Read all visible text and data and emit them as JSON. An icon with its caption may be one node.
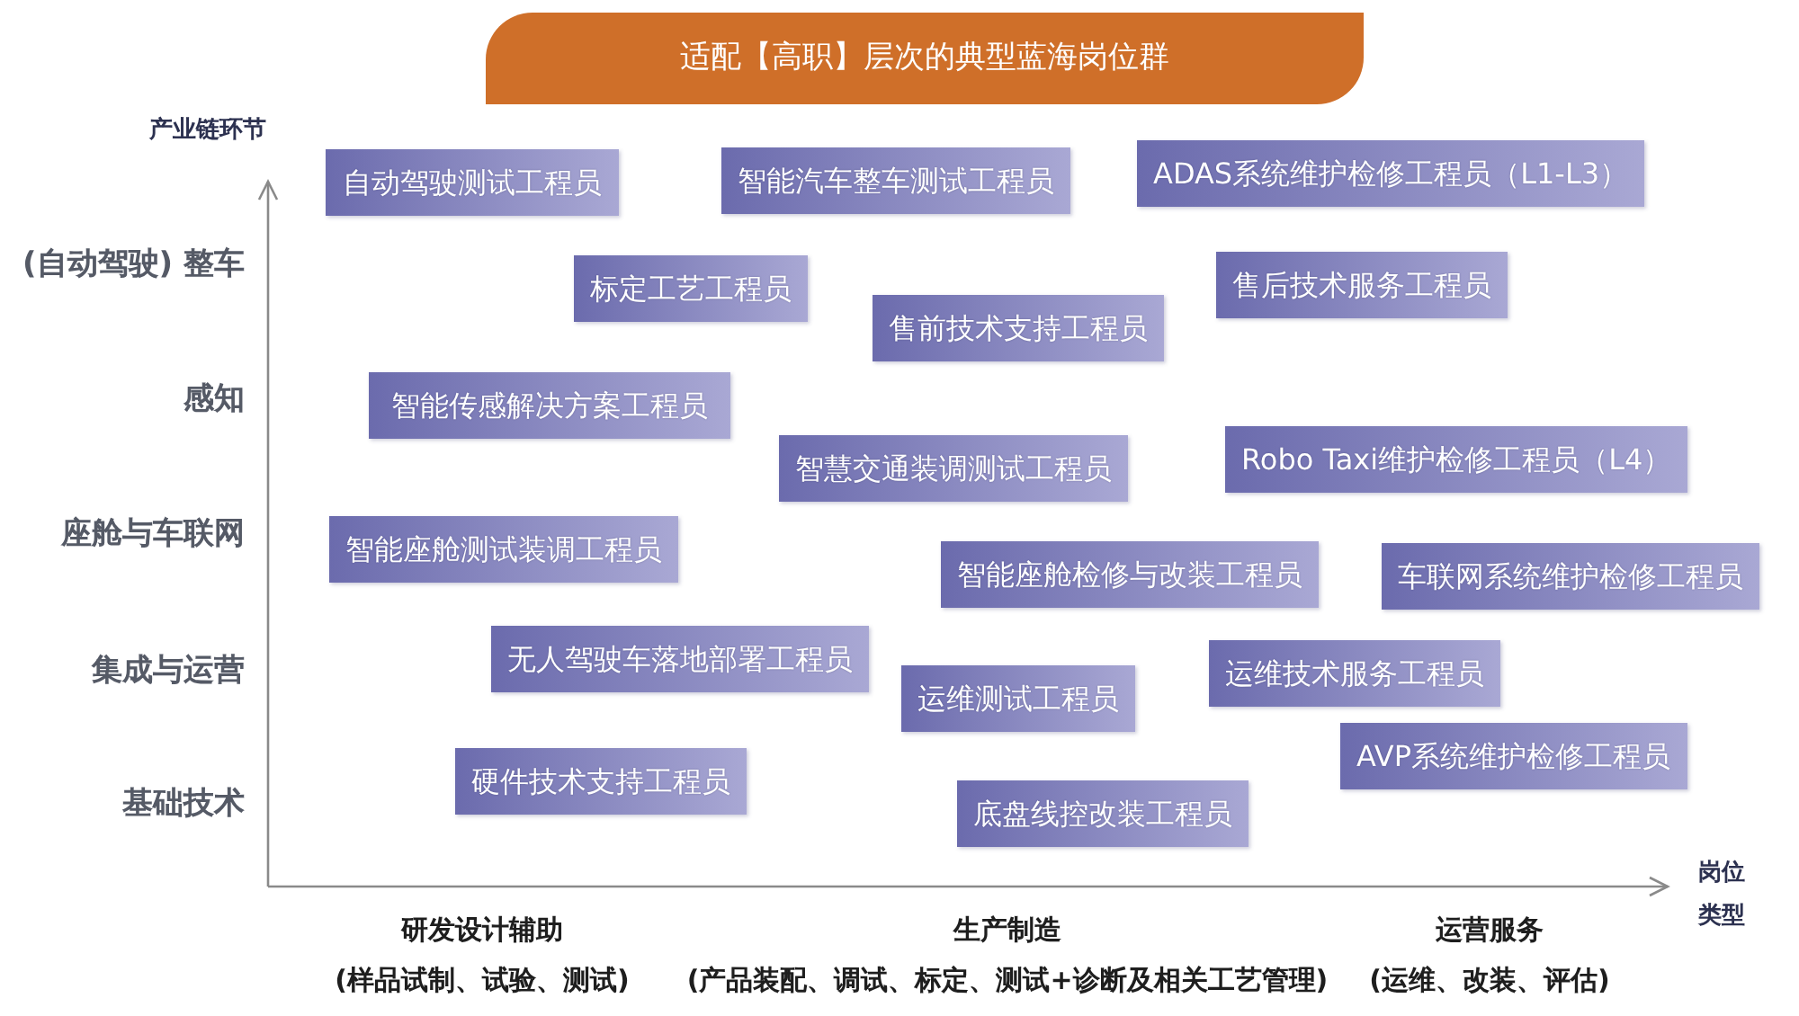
{
  "diagram": {
    "title": "适配【高职】层次的典型蓝海岗位群",
    "nodes": [
      {
        "text": [
          "自动驾驶测试工程员"
        ]
      },
      {
        "text": [
          "智能汽车整车测试工程员"
        ]
      },
      {
        "text": [
          "ADAS系统维护检修工程员（L1-L3）"
        ]
      },
      {
        "text": [
          "标定工艺工程员"
        ]
      },
      {
        "text": [
          "售前技术支持工程员"
        ]
      },
      {
        "text": [
          "售后技术服务工程员"
        ]
      },
      {
        "text": [
          "智能传感解决方案工程员"
        ]
      },
      {
        "text": [
          "智慧交通装调测试工程员"
        ]
      },
      {
        "text": [
          "Robo Taxi维护检修工程员（L4）"
        ]
      },
      {
        "text": [
          "智能座舱测试装调工程员"
        ]
      },
      {
        "text": [
          "智能座舱检修与改装工程员"
        ]
      },
      {
        "text": [
          "车联网系统维护检修工程员"
        ]
      },
      {
        "text": [
          "无人驾驶车落地部署工程员"
        ]
      },
      {
        "text": [
          "运维测试工程员"
        ]
      },
      {
        "text": [
          "运维技术服务工程员"
        ]
      },
      {
        "text": [
          "硬件技术支持工程员"
        ]
      },
      {
        "text": [
          "底盘线控改装工程员"
        ]
      },
      {
        "text": [
          "AVP系统维护检修工程员"
        ]
      }
    ],
    "labels": [
      "产业链环节",
      "(自动驾驶) 整车",
      "感知",
      "座舱与车联网",
      "集成与运营",
      "基础技术",
      "岗位类型",
      "研发设计辅助",
      "(样品试制、试验、测试)",
      "生产制造",
      "(产品装配、调试、标定、测试+诊断及相关工艺管理)",
      "运营服务",
      "(运维、改装、评估)"
    ]
  }
}
